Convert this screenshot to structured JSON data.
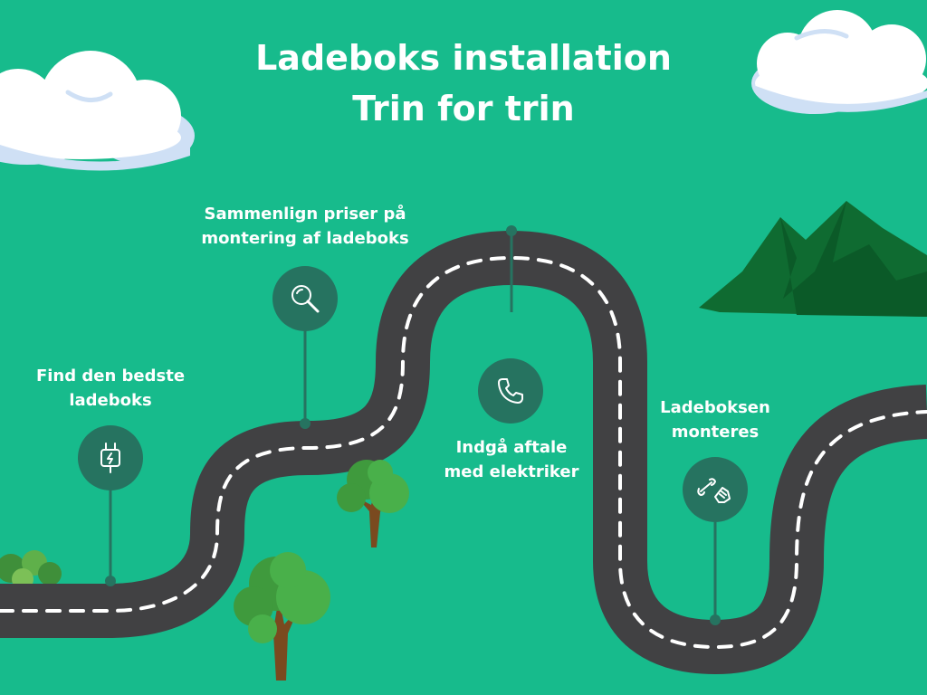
{
  "title": {
    "line1": "Ladeboks installation",
    "line2": "Trin for trin"
  },
  "steps": [
    {
      "line1": "Find den bedste",
      "line2": "ladeboks",
      "icon": "charger-plug-icon"
    },
    {
      "line1": "Sammenlign priser på",
      "line2": "montering af ladeboks",
      "icon": "magnifier-icon"
    },
    {
      "line1": "Indgå aftale",
      "line2": "med elektriker",
      "icon": "phone-icon"
    },
    {
      "line1": "Ladeboksen",
      "line2": "monteres",
      "icon": "wrench-hand-icon"
    }
  ],
  "colors": {
    "background": "#17bb8c",
    "road": "#414143",
    "road_dash": "#ffffff",
    "icon_circle": "#267360",
    "mountain": "#0f6b31",
    "cloud": "#ffffff",
    "cloud_shade": "#cfe0f5"
  }
}
